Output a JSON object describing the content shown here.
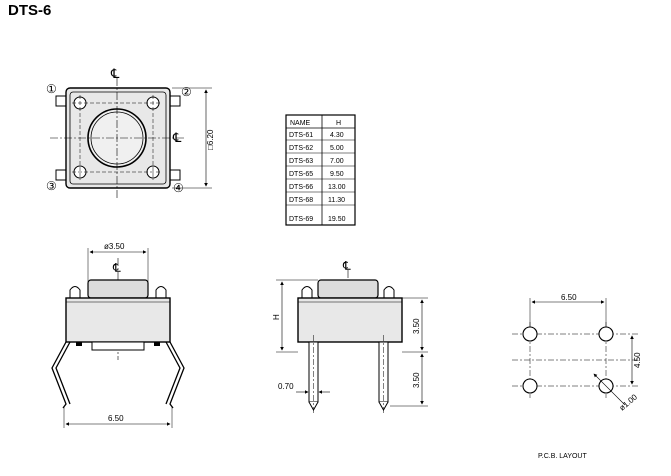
{
  "header": {
    "title": "DTS-6"
  },
  "colors": {
    "ink": "#000000",
    "body_fill": "#e8e8e8",
    "cap_fill": "#dcdcdc",
    "paper": "#ffffff"
  },
  "top_view": {
    "centerline_label": "℄",
    "pins": [
      "①",
      "②",
      "③",
      "④"
    ],
    "dim_side": "□6.20"
  },
  "table": {
    "headers": [
      "NAME",
      "H"
    ],
    "rows": [
      [
        "DTS-61",
        "4.30"
      ],
      [
        "DTS-62",
        "5.00"
      ],
      [
        "DTS-63",
        "7.00"
      ],
      [
        "DTS-65",
        "9.50"
      ],
      [
        "DTS-66",
        "13.00"
      ],
      [
        "DTS-68",
        "11.30"
      ],
      [
        "DTS-69",
        "19.50"
      ]
    ]
  },
  "front_view": {
    "dim_top": "ø3.50",
    "dim_bottom": "6.50",
    "centerline_label": "℄"
  },
  "side_view": {
    "dim_height": "H",
    "dim_body": "3.50",
    "dim_pin": "3.50",
    "dim_lead": "0.70",
    "centerline_label": "℄"
  },
  "pcb_layout": {
    "dim_width": "6.50",
    "dim_height": "4.50",
    "dim_hole": "ø1.00",
    "caption": "P.C.B. LAYOUT"
  }
}
